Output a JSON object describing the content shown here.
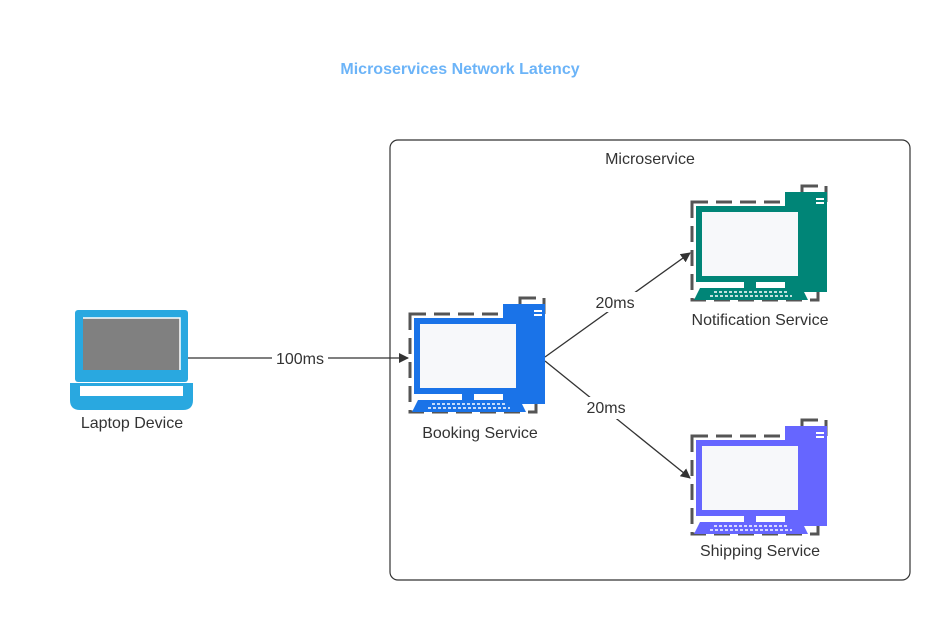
{
  "title": "Microservices Network Latency",
  "colors": {
    "title": "#6cb4f8",
    "laptop": "#29a8e0",
    "booking": "#1a73e8",
    "notification": "#008577",
    "shipping": "#6666ff",
    "dashed": "#555555",
    "edge": "#333333",
    "group_border": "#333333"
  },
  "group": {
    "label": "Microservice"
  },
  "nodes": {
    "laptop": {
      "label": "Laptop Device",
      "icon": "laptop-icon"
    },
    "booking": {
      "label": "Booking Service",
      "icon": "desktop-computer-icon"
    },
    "notification": {
      "label": "Notification Service",
      "icon": "desktop-computer-icon"
    },
    "shipping": {
      "label": "Shipping Service",
      "icon": "desktop-computer-icon"
    }
  },
  "edges": {
    "laptop_to_booking": {
      "label": "100ms"
    },
    "booking_to_notification": {
      "label": "20ms"
    },
    "booking_to_shipping": {
      "label": "20ms"
    }
  }
}
